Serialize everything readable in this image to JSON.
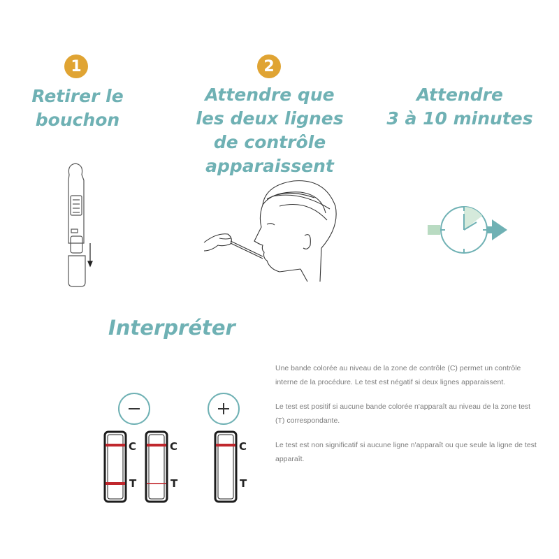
{
  "steps": [
    {
      "number": "1",
      "title": "Retirer le\nbouchon"
    },
    {
      "number": "2",
      "title": "Attendre que\nles deux lignes\nde contrôle\napparaissent"
    },
    {
      "title": "Attendre\n3 à 10 minutes"
    }
  ],
  "interpret": {
    "title": "Interpréter",
    "paragraphs": [
      "Une bande colorée au niveau de la zone de contrôle (C) permet un contrôle interne de la procédure. Le test est négatif si deux lignes apparaissent.",
      "Le test est positif si aucune bande colorée n'apparaît au niveau de la zone test (T) correspondante.",
      "Le test est non significatif si aucune ligne n'apparaît ou que seule la ligne de test apparaît."
    ],
    "strip_labels": {
      "control": "C",
      "test": "T"
    },
    "signs": {
      "negative": "minus-icon",
      "positive": "plus-icon"
    }
  },
  "colors": {
    "teal": "#6fb1b4",
    "gold": "#e0a433",
    "band_red": "#c0272d"
  }
}
